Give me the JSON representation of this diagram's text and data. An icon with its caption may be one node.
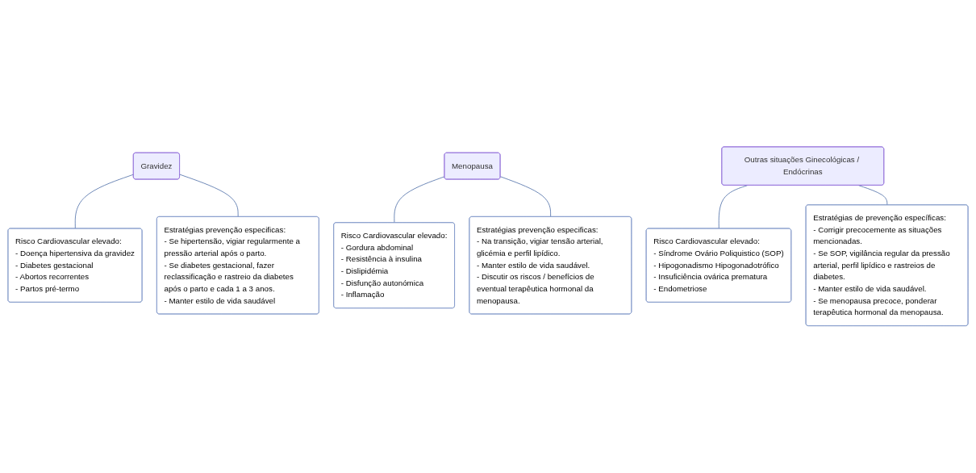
{
  "diagram": {
    "nodes": [
      {
        "text": [
          "Gravidez"
        ]
      },
      {
        "text": [
          "Risco Cardiovascular elevado:",
          "- Doença hipertensiva da gravidez",
          "- Diabetes gestacional",
          "- Abortos recorrentes",
          "- Partos pré-termo"
        ]
      },
      {
        "text": [
          "Estratégias prevenção especificas:",
          "- Se hipertensão, vigiar regularmente a pressão arterial após o parto.",
          "- Se diabetes gestacional, fazer reclassificação e rastreio da diabetes após o parto e cada 1 a 3 anos.",
          "- Manter estilo de vida saudável"
        ]
      },
      {
        "text": [
          "Menopausa"
        ]
      },
      {
        "text": [
          "Risco Cardiovascular elevado:",
          "- Gordura abdominal",
          "- Resistência à insulina",
          "- Dislipidémia",
          "- Disfunção autonómica",
          "- Inflamação"
        ]
      },
      {
        "text": [
          "Estratégias prevenção especificas:",
          "- Na transição, vigiar tensão arterial, glicémia e perfil lipídico.",
          "- Manter estilo de vida saudável.",
          "- Discutir os riscos / benefícios de eventual terapêutica hormonal da menopausa."
        ]
      },
      {
        "text": [
          "Outras situações Ginecológicas / Endócrinas"
        ]
      },
      {
        "text": [
          "Risco Cardiovascular elevado:",
          "- Síndrome Ovário Poliquistico (SOP)",
          "- Hipogonadismo Hipogonadotrófico",
          "- Insuficiência ovárica prematura",
          "- Endometriose"
        ]
      },
      {
        "text": [
          "Estratégias de prevenção específicas:",
          "- Corrigir precocemente as situações mencionadas.",
          "- Se SOP, vigilância regular da pressão arterial, perfil lipídico e rastreios de diabetes.",
          "- Manter estilo de vida saudável.",
          "- Se menopausa precoce, ponderar terapêutica hormonal da menopausa."
        ]
      }
    ],
    "edges": [
      {
        "from": 0,
        "to": 1,
        "arrow": "none"
      },
      {
        "from": 0,
        "to": 2,
        "arrow": "none"
      },
      {
        "from": 3,
        "to": 4,
        "arrow": "none"
      },
      {
        "from": 3,
        "to": 5,
        "arrow": "none"
      },
      {
        "from": 6,
        "to": 7,
        "arrow": "none"
      },
      {
        "from": 6,
        "to": 8,
        "arrow": "none"
      }
    ]
  }
}
